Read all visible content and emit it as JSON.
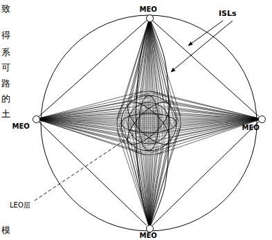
{
  "diagram": {
    "nodes": [
      {
        "text": [
          "MEO"
        ]
      },
      {
        "text": [
          "MEO"
        ]
      },
      {
        "text": [
          "MEO"
        ]
      },
      {
        "text": [
          "MEO"
        ]
      }
    ],
    "edges": [
      {
        "from": 0,
        "to": 2,
        "arrow": "none"
      },
      {
        "from": 2,
        "to": 3,
        "arrow": "none"
      },
      {
        "from": 3,
        "to": 1,
        "arrow": "none"
      },
      {
        "from": 1,
        "to": 0,
        "arrow": "none"
      },
      {
        "from": 0,
        "to": 3,
        "arrow": "none"
      }
    ],
    "labels": [
      "ISLs",
      "LEO层",
      "致",
      "得",
      "系",
      "可",
      "路",
      "的",
      "土",
      "模"
    ]
  }
}
